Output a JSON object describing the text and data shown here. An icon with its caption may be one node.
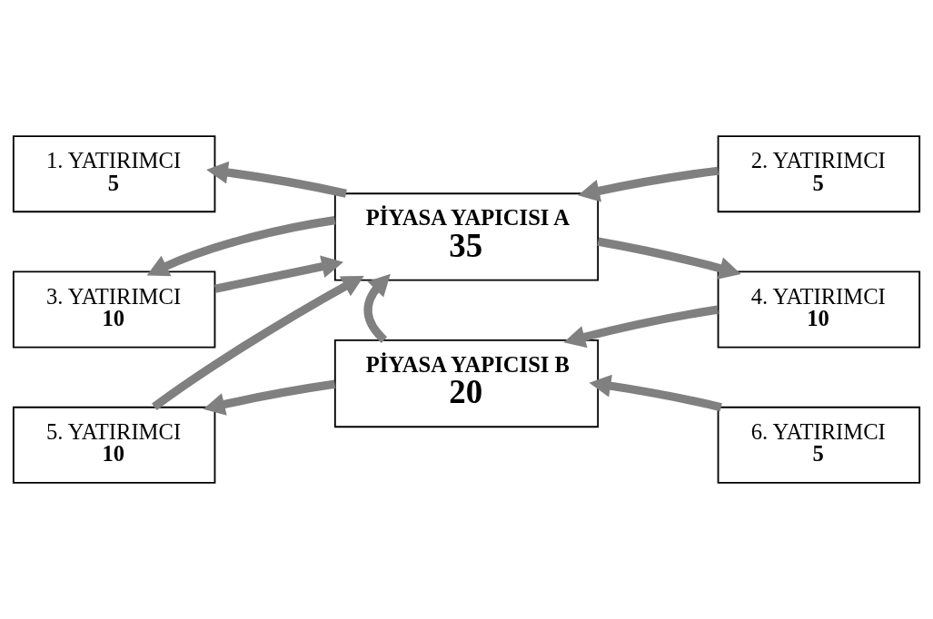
{
  "diagram": {
    "nodes": [
      {
        "text": [
          "PİYASA YAPICISI A",
          "35"
        ]
      },
      {
        "text": [
          "PİYASA YAPICISI B",
          "20"
        ]
      },
      {
        "text": [
          "1. YATIRIMCI",
          "5"
        ]
      },
      {
        "text": [
          "2. YATIRIMCI",
          "5"
        ]
      },
      {
        "text": [
          "3. YATIRIMCI",
          "10"
        ]
      },
      {
        "text": [
          "4. YATIRIMCI",
          "10"
        ]
      },
      {
        "text": [
          "5. YATIRIMCI",
          "10"
        ]
      },
      {
        "text": [
          "6. YATIRIMCI",
          "5"
        ]
      }
    ],
    "edges": [
      {
        "from": 0,
        "to": 2,
        "arrow": "to"
      },
      {
        "from": 3,
        "to": 0,
        "arrow": "to"
      },
      {
        "from": 4,
        "to": 0,
        "arrow": "to"
      },
      {
        "from": 0,
        "to": 4,
        "arrow": "to"
      },
      {
        "from": 0,
        "to": 5,
        "arrow": "to"
      },
      {
        "from": 5,
        "to": 1,
        "arrow": "to"
      },
      {
        "from": 6,
        "to": 0,
        "arrow": "to"
      },
      {
        "from": 1,
        "to": 0,
        "arrow": "to"
      },
      {
        "from": 1,
        "to": 6,
        "arrow": "to"
      },
      {
        "from": 7,
        "to": 1,
        "arrow": "to"
      }
    ]
  }
}
